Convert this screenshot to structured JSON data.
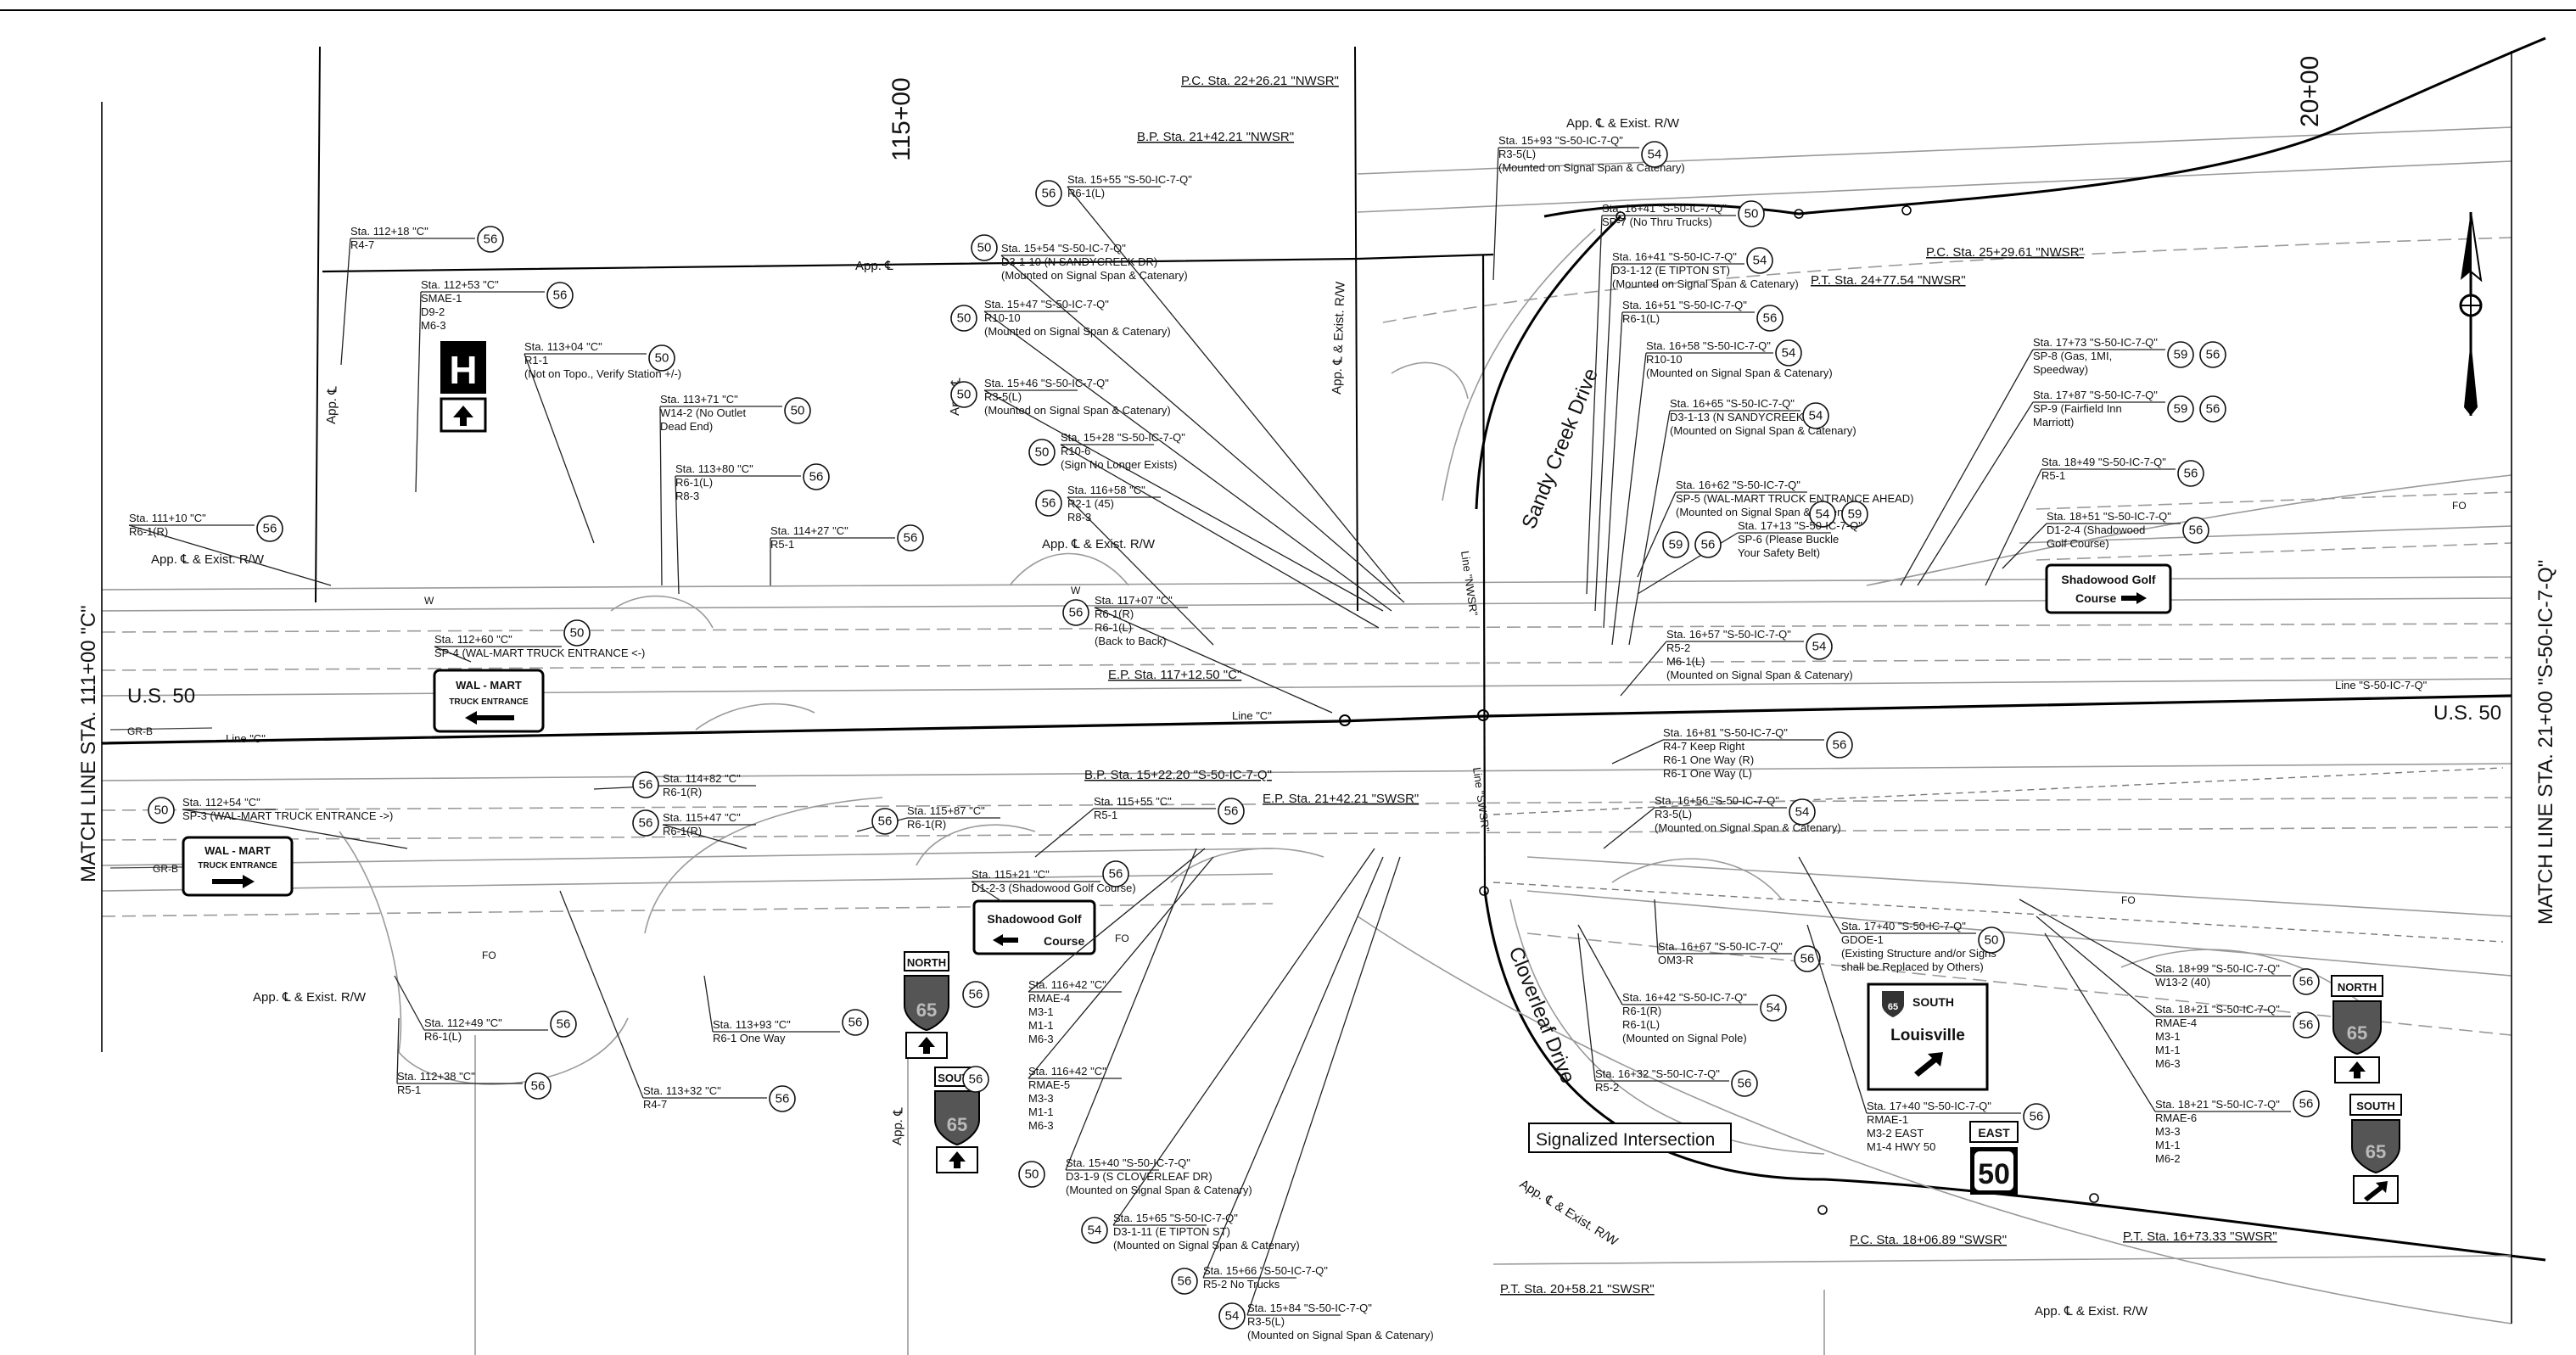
{
  "titles": {
    "sta_115": "115+00",
    "sta_20": "20+00",
    "match_left": "MATCH LINE STA. 111+00 \"C\"",
    "match_right": "MATCH LINE STA. 21+00 \"S-50-IC-7-Q\"",
    "us50_left": "U.S. 50",
    "us50_right": "U.S. 50",
    "sandy_creek": "Sandy Creek Drive",
    "cloverleaf": "Cloverleaf Drive",
    "signalized": "Signalized Intersection",
    "line_c_left": "Line \"C\"",
    "line_c_mid": "Line \"C\"",
    "line_nwsr": "Line \"NWSR\"",
    "line_swsr": "Line \"SWSR\"",
    "line_s50": "Line \"S-50-IC-7-Q\""
  },
  "row_labels": [
    {
      "text": "App. ℄ & Exist. R/W"
    },
    {
      "text": "App. ℄ & Exist. R/W"
    },
    {
      "text": "App. ℄ & Exist. R/W"
    },
    {
      "text": "App. ℄ & Exist. R/W"
    },
    {
      "text": "App. ℄ & Exist. R/W"
    },
    {
      "text": "App. ℄ & Exist. R/W"
    },
    {
      "text": "App. ℄"
    },
    {
      "text": "App. ℄"
    },
    {
      "text": "App. ℄"
    },
    {
      "text": "App. ℄"
    },
    {
      "text": "App. ℄ & Exist. R/W"
    }
  ],
  "stations": [
    {
      "text": "P.C. Sta. 22+26.21 \"NWSR\""
    },
    {
      "text": "B.P. Sta. 21+42.21 \"NWSR\""
    },
    {
      "text": "P.C. Sta. 25+29.61 \"NWSR\""
    },
    {
      "text": "P.T. Sta. 24+77.54 \"NWSR\""
    },
    {
      "text": "E.P. Sta. 117+12.50 \"C\""
    },
    {
      "text": "B.P. Sta. 15+22.20 \"S-50-IC-7-Q\""
    },
    {
      "text": "E.P. Sta. 21+42.21 \"SWSR\""
    },
    {
      "text": "P.C. Sta. 18+06.89 \"SWSR\""
    },
    {
      "text": "P.T. Sta. 16+73.33 \"SWSR\""
    },
    {
      "text": "P.T. Sta. 20+58.21 \"SWSR\""
    }
  ],
  "callouts": [
    {
      "lines": [
        "Sta. 112+18 \"C\"",
        "R4-7"
      ],
      "num": "56"
    },
    {
      "lines": [
        "Sta. 112+53 \"C\"",
        "SMAE-1",
        "D9-2",
        "M6-3"
      ],
      "num": "56"
    },
    {
      "lines": [
        "Sta. 113+04 \"C\"",
        "R1-1",
        "(Not on Topo., Verify Station +/-)"
      ],
      "num": "50"
    },
    {
      "lines": [
        "Sta. 113+71 \"C\"",
        "W14-2 (No Outlet",
        "Dead End)"
      ],
      "num": "50"
    },
    {
      "lines": [
        "Sta. 113+80 \"C\"",
        "R6-1(L)",
        "R8-3"
      ],
      "num": "56"
    },
    {
      "lines": [
        "Sta. 114+27 \"C\"",
        "R5-1"
      ],
      "num": "56"
    },
    {
      "lines": [
        "Sta. 111+10 \"C\"",
        "R6-1(R)"
      ],
      "num": "56"
    },
    {
      "lines": [
        "Sta. 112+60 \"C\"",
        "SP-4 (WAL-MART TRUCK ENTRANCE <-)"
      ],
      "num": "50"
    },
    {
      "lines": [
        "Sta. 114+82 \"C\"",
        "R6-1(R)"
      ],
      "num": "56"
    },
    {
      "lines": [
        "Sta. 115+47 \"C\"",
        "R6-1(R)"
      ],
      "num": "56"
    },
    {
      "lines": [
        "Sta. 115+87 \"C\"",
        "R6-1(R)"
      ],
      "num": "56"
    },
    {
      "lines": [
        "Sta. 112+54 \"C\"",
        "SP-3 (WAL-MART TRUCK ENTRANCE ->)"
      ],
      "num": "50"
    },
    {
      "lines": [
        "Sta. 115+55 \"C\"",
        "R5-1"
      ],
      "num": "56"
    },
    {
      "lines": [
        "Sta. 115+21 \"C\"",
        "D1-2-3 (Shadowood Golf Course)"
      ],
      "num": "56"
    },
    {
      "lines": [
        "Sta. 112+49 \"C\"",
        "R6-1(L)"
      ],
      "num": "56"
    },
    {
      "lines": [
        "Sta. 113+93 \"C\"",
        "R6-1 One Way"
      ],
      "num": "56"
    },
    {
      "lines": [
        "Sta. 112+38 \"C\"",
        "R5-1"
      ],
      "num": "56"
    },
    {
      "lines": [
        "Sta. 113+32 \"C\"",
        "R4-7"
      ],
      "num": "56"
    },
    {
      "lines": [
        "Sta. 116+42 \"C\"",
        "RMAE-4",
        "M3-1",
        "M1-1",
        "M6-3"
      ],
      "num": "56"
    },
    {
      "lines": [
        "Sta. 116+42 \"C\"",
        "RMAE-5",
        "M3-3",
        "M1-1",
        "M6-3"
      ],
      "num": "56"
    },
    {
      "lines": [
        "Sta. 15+55 \"S-50-IC-7-Q\"",
        "R6-1(L)"
      ],
      "num": "56"
    },
    {
      "lines": [
        "Sta. 15+54 \"S-50-IC-7-Q\"",
        "D3-1-10 (N SANDYCREEK DR)",
        "(Mounted on Signal Span & Catenary)"
      ],
      "num": "50"
    },
    {
      "lines": [
        "Sta. 15+47 \"S-50-IC-7-Q\"",
        "R10-10",
        "(Mounted on Signal Span & Catenary)"
      ],
      "num": "50"
    },
    {
      "lines": [
        "Sta. 15+46 \"S-50-IC-7-Q\"",
        "R3-5(L)",
        "(Mounted on Signal Span & Catenary)"
      ],
      "num": "50"
    },
    {
      "lines": [
        "Sta. 15+28 \"S-50-IC-7-Q\"",
        "R10-6",
        "(Sign No Longer Exists)"
      ],
      "num": "50"
    },
    {
      "lines": [
        "Sta. 116+58 \"C\"",
        "R2-1 (45)",
        "R8-3"
      ],
      "num": "56"
    },
    {
      "lines": [
        "Sta. 117+07 \"C\"",
        "R6-1(R)",
        "R6-1(L)",
        "(Back to Back)"
      ],
      "num": "56"
    },
    {
      "lines": [
        "Sta. 15+40 \"S-50-IC-7-Q\"",
        "D3-1-9 (S CLOVERLEAF DR)",
        "(Mounted on Signal Span & Catenary)"
      ],
      "num": "50"
    },
    {
      "lines": [
        "Sta. 15+65 \"S-50-IC-7-Q\"",
        "D3-1-11 (E TIPTON ST)",
        "(Mounted on Signal Span & Catenary)"
      ],
      "num": "54"
    },
    {
      "lines": [
        "Sta. 15+66 \"S-50-IC-7-Q\"",
        "R5-2 No Trucks"
      ],
      "num": "56"
    },
    {
      "lines": [
        "Sta. 15+84 \"S-50-IC-7-Q\"",
        "R3-5(L)",
        "(Mounted on Signal Span & Catenary)"
      ],
      "num": "54"
    },
    {
      "lines": [
        "Sta. 15+93 \"S-50-IC-7-Q\"",
        "R3-5(L)",
        "(Mounted on Signal Span & Catenary)"
      ],
      "num": "54"
    },
    {
      "lines": [
        "Sta. 16+41 \"S-50-IC-7-Q\"",
        "SP-7 (No Thru Trucks)"
      ],
      "num": "50"
    },
    {
      "lines": [
        "Sta. 16+41 \"S-50-IC-7-Q\"",
        "D3-1-12 (E TIPTON ST)",
        "(Mounted on Signal Span & Catenary)"
      ],
      "num": "54"
    },
    {
      "lines": [
        "Sta. 16+51 \"S-50-IC-7-Q\"",
        "R6-1(L)"
      ],
      "num": "56"
    },
    {
      "lines": [
        "Sta. 16+58 \"S-50-IC-7-Q\"",
        "R10-10",
        "(Mounted on Signal Span & Catenary)"
      ],
      "num": "54"
    },
    {
      "lines": [
        "Sta. 16+65 \"S-50-IC-7-Q\"",
        "D3-1-13 (N SANDYCREEK DR)",
        "(Mounted on Signal Span & Catenary)"
      ],
      "num": "54"
    },
    {
      "lines": [
        "Sta. 16+62 \"S-50-IC-7-Q\"",
        "SP-5 (WAL-MART TRUCK ENTRANCE AHEAD)",
        "(Mounted on Signal Span & Catenary)"
      ],
      "num": "54",
      "num2": "59"
    },
    {
      "lines": [
        "Sta. 17+13 \"S-50-IC-7-Q\"",
        "SP-6 (Please Buckle",
        "Your Safety Belt)"
      ],
      "num": "59",
      "num2": "56"
    },
    {
      "lines": [
        "Sta. 17+73 \"S-50-IC-7-Q\"",
        "SP-8 (Gas, 1MI,",
        "Speedway)"
      ],
      "num": "59",
      "num2": "56"
    },
    {
      "lines": [
        "Sta. 17+87 \"S-50-IC-7-Q\"",
        "SP-9 (Fairfield Inn",
        "Marriott)"
      ],
      "num": "59",
      "num2": "56"
    },
    {
      "lines": [
        "Sta. 18+49 \"S-50-IC-7-Q\"",
        "R5-1"
      ],
      "num": "56"
    },
    {
      "lines": [
        "Sta. 18+51 \"S-50-IC-7-Q\"",
        "D1-2-4 (Shadowood",
        "Golf Course)"
      ],
      "num": "56"
    },
    {
      "lines": [
        "Sta. 16+57 \"S-50-IC-7-Q\"",
        "R5-2",
        "M6-1(L)",
        "(Mounted on Signal Span & Catenary)"
      ],
      "num": "54"
    },
    {
      "lines": [
        "Sta. 16+81 \"S-50-IC-7-Q\"",
        "R4-7 Keep Right",
        "R6-1 One Way (R)",
        "R6-1 One Way (L)"
      ],
      "num": "56"
    },
    {
      "lines": [
        "Sta. 16+56 \"S-50-IC-7-Q\"",
        "R3-5(L)",
        "(Mounted on Signal Span & Catenary)"
      ],
      "num": "54"
    },
    {
      "lines": [
        "Sta. 17+40 \"S-50-IC-7-Q\"",
        "GDOE-1",
        "(Existing Structure and/or Signs",
        "shall be Replaced by Others)"
      ],
      "num": "50"
    },
    {
      "lines": [
        "Sta. 16+67 \"S-50-IC-7-Q\"",
        "OM3-R"
      ],
      "num": "56"
    },
    {
      "lines": [
        "Sta. 16+42 \"S-50-IC-7-Q\"",
        "R6-1(R)",
        "R6-1(L)",
        "(Mounted on Signal Pole)"
      ],
      "num": "54"
    },
    {
      "lines": [
        "Sta. 16+32 \"S-50-IC-7-Q\"",
        "R5-2"
      ],
      "num": "56"
    },
    {
      "lines": [
        "Sta. 17+40 \"S-50-IC-7-Q\"",
        "RMAE-1",
        "M3-2 EAST",
        "M1-4 HWY 50"
      ],
      "num": "56"
    },
    {
      "lines": [
        "Sta. 18+99 \"S-50-IC-7-Q\"",
        "W13-2 (40)"
      ],
      "num": "56"
    },
    {
      "lines": [
        "Sta. 18+21 \"S-50-IC-7-Q\"",
        "RMAE-4",
        "M3-1",
        "M1-1",
        "M6-3"
      ],
      "num": "56"
    },
    {
      "lines": [
        "Sta. 18+21 \"S-50-IC-7-Q\"",
        "RMAE-6",
        "M3-3",
        "M1-1",
        "M6-2"
      ],
      "num": "56"
    }
  ],
  "signs": {
    "walmart_a_line1": "WAL - MART",
    "walmart_a_line2": "TRUCK ENTRANCE",
    "walmart_b_line1": "WAL - MART",
    "walmart_b_line2": "TRUCK ENTRANCE",
    "shadowood_a_line1": "Shadowood Golf",
    "shadowood_a_line2": "Course",
    "shadowood_b_line1": "Shadowood Golf",
    "shadowood_b_line2": "Course",
    "hospital": "H",
    "north": "NORTH",
    "south": "SOUTH",
    "i65": "65",
    "east": "EAST",
    "us50_shield": "50",
    "i65_south_small": "65",
    "louisville_line1": "SOUTH",
    "louisville_line2": "Louisville"
  },
  "road_marks": {
    "grb": "GR-B",
    "fo": "FO",
    "w": "W"
  }
}
